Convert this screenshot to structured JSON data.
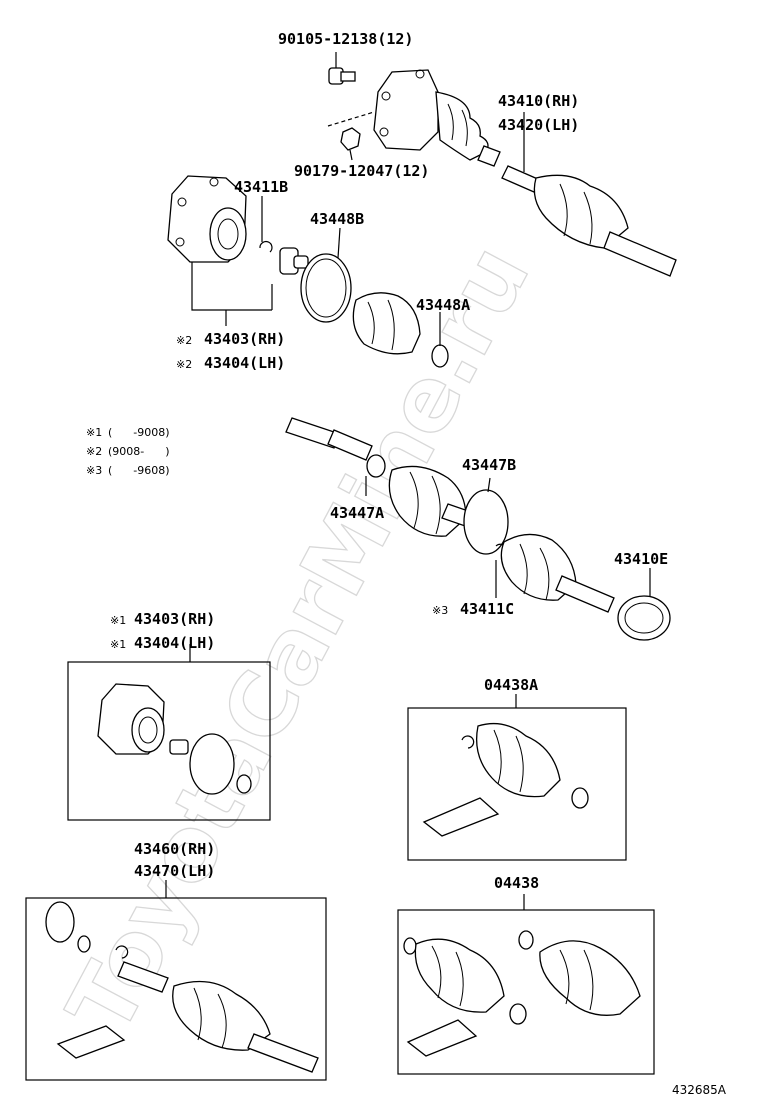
{
  "watermark": "ToyotaCarMine.ru",
  "drawing_number": "432685A",
  "notes": [
    {
      "mark": "※1",
      "range": "(      -9008)"
    },
    {
      "mark": "※2",
      "range": "(9008-      )"
    },
    {
      "mark": "※3",
      "range": "(      -9608)"
    }
  ],
  "labels": {
    "bolt": "90105-12138(12)",
    "nut": "90179-12047(12)",
    "shaft_rh": "43410(RH)",
    "shaft_lh": "43420(LH)",
    "ring_411b": "43411B",
    "clamp_448b": "43448B",
    "clamp_448a": "43448A",
    "joint2_mark": "※2",
    "joint2_rh": "43403(RH)",
    "joint2_lh": "43404(LH)",
    "clamp_447b": "43447B",
    "clamp_447a": "43447A",
    "seal_410e": "43410E",
    "ring3_mark": "※3",
    "ring_411c": "43411C",
    "joint1_mark": "※1",
    "joint1_rh": "43403(RH)",
    "joint1_lh": "43404(LH)",
    "kit_a": "04438A",
    "shaft2_rh": "43460(RH)",
    "shaft2_lh": "43470(LH)",
    "kit": "04438"
  }
}
